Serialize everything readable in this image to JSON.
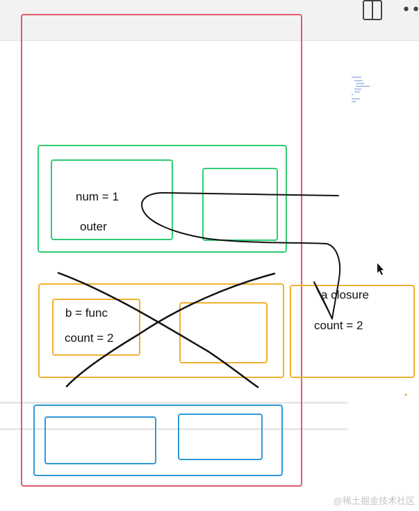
{
  "diagram": {
    "outer_frame": {
      "color": "#e05a6a"
    },
    "green_block": {
      "color": "#2ecc71",
      "num_label": "num = 1",
      "outer_label": "outer"
    },
    "orange_block": {
      "color": "#f0b030",
      "b_label": "b = func",
      "count_label": "count = 2"
    },
    "closure_box": {
      "color": "#f0b030",
      "title": "a closure",
      "count_label": "count = 2"
    },
    "blue_block": {
      "color": "#2d9ad8"
    }
  },
  "watermark": "@稀土掘金技术社区"
}
